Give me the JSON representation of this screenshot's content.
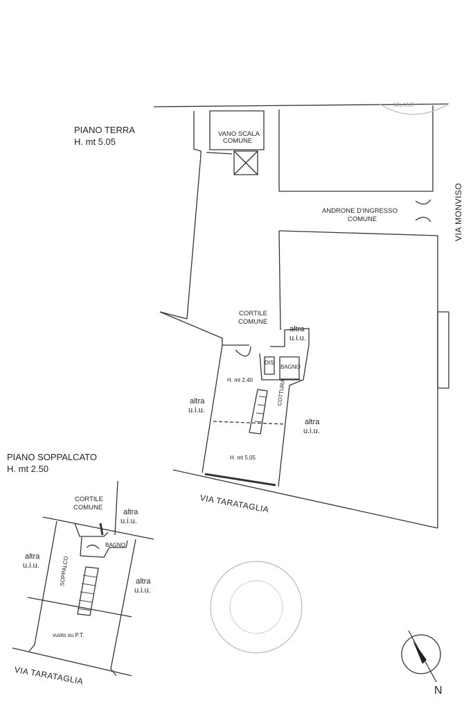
{
  "ground_floor": {
    "title": "PIANO TERRA",
    "height": "H. mt 5.05",
    "stair_line1": "VANO SCALA",
    "stair_line2": "COMUNE",
    "entrance_line1": "ANDRONE D'INGRESSO",
    "entrance_line2": "COMUNE",
    "courtyard_line1": "CORTILE",
    "courtyard_line2": "COMUNE",
    "altra": "altra",
    "uiu": "u.i.u.",
    "dis": "DIS",
    "bagno": "BAGNO",
    "cottura": "COTTURA",
    "h_mezzanine": "H. mt 2.40",
    "h_main": "H. mt 5.05",
    "street_bottom": "VIA TARATAGLIA",
    "street_right": "VIA MONVISO"
  },
  "mezzanine": {
    "title": "PIANO SOPPALCATO",
    "height": "H. mt 2.50",
    "courtyard_line1": "CORTILE",
    "courtyard_line2": "COMUNE",
    "altra": "altra",
    "uiu": "u.i.u.",
    "bagno": "BAGNO",
    "soppalco": "SOPPALCO",
    "vuoto": "vuoto su P.T.",
    "street": "VIA TARATAGLIA"
  },
  "stamp_top": "MILANO",
  "north_label": "N"
}
